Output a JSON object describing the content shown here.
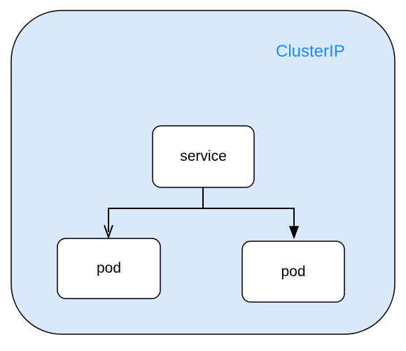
{
  "cluster": {
    "label": "ClusterIP",
    "fill_color": "#dae8fc",
    "stroke_color": "#000000",
    "label_color": "#1a8cff"
  },
  "nodes": {
    "service": {
      "label": "service"
    },
    "pod_left": {
      "label": "pod"
    },
    "pod_right": {
      "label": "pod"
    }
  },
  "edges": [
    {
      "from": "service",
      "to": "pod_left",
      "arrow": "open"
    },
    {
      "from": "service",
      "to": "pod_right",
      "arrow": "filled"
    }
  ]
}
